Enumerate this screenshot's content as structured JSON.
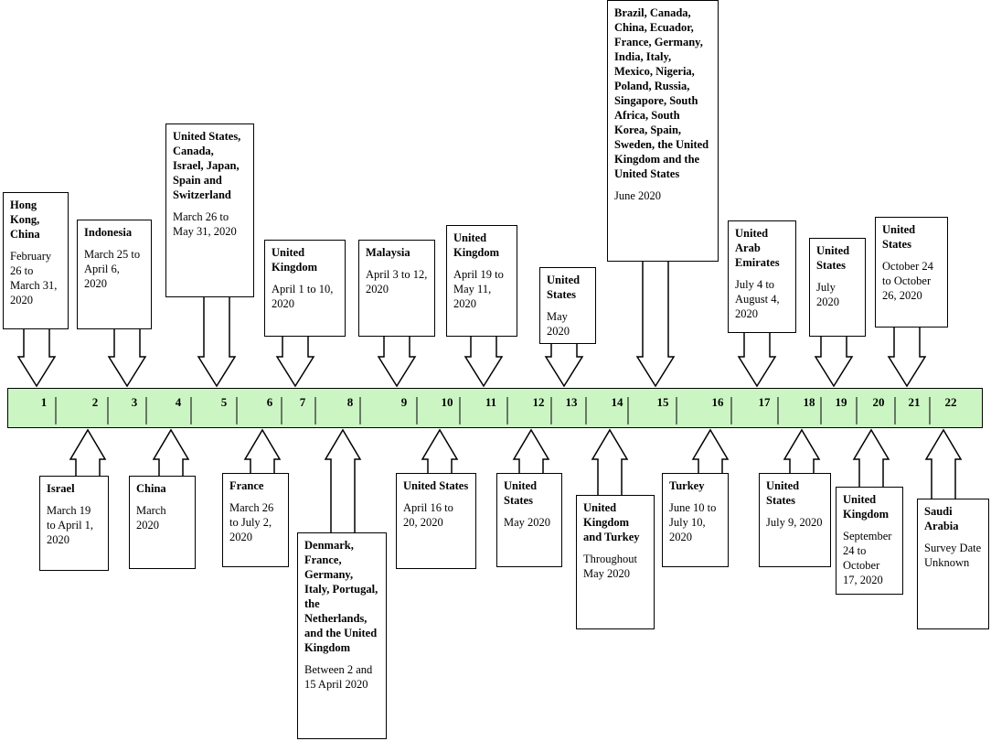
{
  "timeline": {
    "numbers": [
      "1",
      "2",
      "3",
      "4",
      "5",
      "6",
      "7",
      "8",
      "9",
      "10",
      "11",
      "12",
      "13",
      "14",
      "15",
      "16",
      "17",
      "18",
      "19",
      "20",
      "21",
      "22"
    ]
  },
  "top_events": [
    {
      "number": "1",
      "country": "Hong Kong, China",
      "date": "February 26 to March 31, 2020"
    },
    {
      "number": "3",
      "country": "Indonesia",
      "date": "March 25 to April 6, 2020"
    },
    {
      "number": "5",
      "country": "United States, Canada, Israel, Japan, Spain and Switzerland",
      "date": "March 26 to May 31, 2020"
    },
    {
      "number": "7",
      "country": "United Kingdom",
      "date": "April 1 to 10, 2020"
    },
    {
      "number": "9",
      "country": "Malaysia",
      "date": "April 3 to 12, 2020"
    },
    {
      "number": "11",
      "country": "United Kingdom",
      "date": "April 19 to May 11, 2020"
    },
    {
      "number": "13",
      "country": "United States",
      "date": "May 2020"
    },
    {
      "number": "15",
      "country": "Brazil, Canada, China, Ecuador, France, Germany, India, Italy, Mexico, Nigeria, Poland, Russia, Singapore, South Africa, South Korea, Spain, Sweden, the United Kingdom and the United States",
      "date": "June 2020"
    },
    {
      "number": "17",
      "country": "United Arab Emirates",
      "date": "July 4 to August 4, 2020"
    },
    {
      "number": "19",
      "country": "United States",
      "date": "July 2020"
    },
    {
      "number": "21",
      "country": "United States",
      "date": "October 24 to October 26, 2020"
    }
  ],
  "bottom_events": [
    {
      "number": "2",
      "country": "Israel",
      "date": "March 19 to April 1, 2020"
    },
    {
      "number": "4",
      "country": "China",
      "date": "March 2020"
    },
    {
      "number": "6",
      "country": "France",
      "date": "March 26 to July 2, 2020"
    },
    {
      "number": "8",
      "country": "Denmark, France, Germany, Italy, Portugal, the Netherlands, and the United Kingdom",
      "date": "Between 2 and 15 April 2020"
    },
    {
      "number": "10",
      "country": "United States",
      "date": "April 16 to 20, 2020"
    },
    {
      "number": "12",
      "country": "United States",
      "date": "May 2020"
    },
    {
      "number": "14",
      "country": "United Kingdom and Turkey",
      "date": "Throughout May 2020"
    },
    {
      "number": "16",
      "country": "Turkey",
      "date": "June 10 to July 10, 2020"
    },
    {
      "number": "18",
      "country": "United States",
      "date": "July 9, 2020"
    },
    {
      "number": "20",
      "country": "United Kingdom",
      "date": "September 24 to October 17, 2020"
    },
    {
      "number": "22",
      "country": "Saudi Arabia",
      "date": "Survey Date Unknown"
    }
  ],
  "colors": {
    "timeline_fill": "#ccf5c4",
    "stroke": "#000000",
    "box_fill": "#ffffff"
  }
}
